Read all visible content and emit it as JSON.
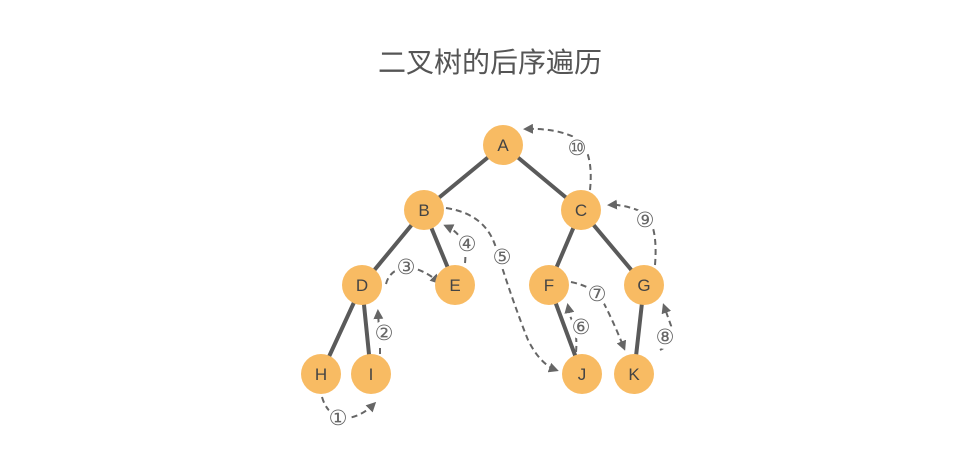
{
  "title": "二叉树的后序遍历",
  "colors": {
    "node_fill": "#F8BB63",
    "edge": "#5A5A5A",
    "arrow": "#666666",
    "text": "#555555"
  },
  "nodes": [
    "A",
    "B",
    "C",
    "D",
    "E",
    "F",
    "G",
    "H",
    "I",
    "J",
    "K"
  ],
  "edges": [
    [
      "A",
      "B"
    ],
    [
      "A",
      "C"
    ],
    [
      "B",
      "D"
    ],
    [
      "B",
      "E"
    ],
    [
      "C",
      "F"
    ],
    [
      "C",
      "G"
    ],
    [
      "D",
      "H"
    ],
    [
      "D",
      "I"
    ],
    [
      "F",
      "J"
    ],
    [
      "G",
      "K"
    ]
  ],
  "steps": [
    {
      "label": "①",
      "from": "H",
      "to": "I"
    },
    {
      "label": "②",
      "from": "I",
      "to": "D"
    },
    {
      "label": "③",
      "from": "D",
      "to": "E"
    },
    {
      "label": "④",
      "from": "E",
      "to": "B"
    },
    {
      "label": "⑤",
      "from": "B",
      "to": "J"
    },
    {
      "label": "⑥",
      "from": "J",
      "to": "F"
    },
    {
      "label": "⑦",
      "from": "F",
      "to": "K"
    },
    {
      "label": "⑧",
      "from": "K",
      "to": "G"
    },
    {
      "label": "⑨",
      "from": "G",
      "to": "C"
    },
    {
      "label": "⑩",
      "from": "C",
      "to": "A"
    }
  ]
}
